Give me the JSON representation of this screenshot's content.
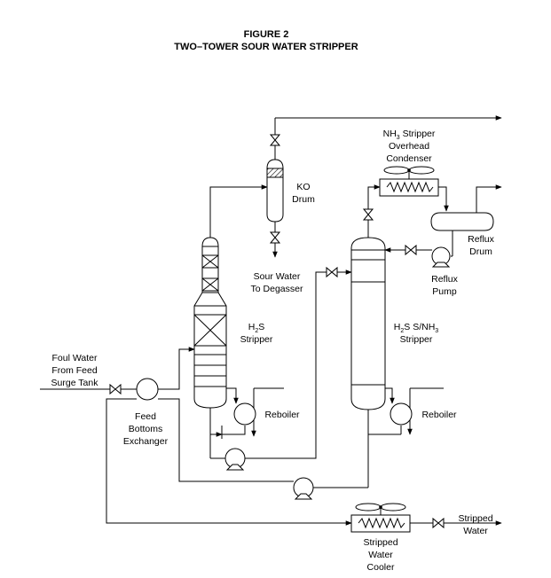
{
  "figure": {
    "number": "FIGURE 2",
    "title": "TWO–TOWER SOUR WATER STRIPPER"
  },
  "labels": {
    "nh3_condenser": {
      "line1_prefix": "NH",
      "line1_sub": "3",
      "line1_suffix": " Stripper",
      "line2": "Overhead",
      "line3": "Condenser"
    },
    "ko_drum": {
      "line1": "KO",
      "line2": "Drum"
    },
    "reflux_drum": {
      "line1": "Reflux",
      "line2": "Drum"
    },
    "reflux_pump": {
      "line1": "Reflux",
      "line2": "Pump"
    },
    "sour_water": {
      "line1": "Sour Water",
      "line2": "To Degasser"
    },
    "h2s_stripper": {
      "line1_prefix": "H",
      "line1_sub": "2",
      "line1_suffix": "S",
      "line2": "Stripper"
    },
    "h2s_nh3_stripper": {
      "line1_prefix": "H",
      "line1_sub1": "2",
      "line1_mid": "S S/NH",
      "line1_sub2": "3",
      "line2": "Stripper"
    },
    "foul_water": {
      "line1": "Foul Water",
      "line2": "From  Feed",
      "line3": "Surge Tank"
    },
    "feed_exchanger": {
      "line1": "Feed",
      "line2": "Bottoms",
      "line3": "Exchanger"
    },
    "reboiler_1": "Reboiler",
    "reboiler_2": "Reboiler",
    "stripped_water": {
      "line1": "Stripped",
      "line2": "Water"
    },
    "cooler": {
      "line1": "Stripped",
      "line2": "Water",
      "line3": "Cooler"
    }
  }
}
